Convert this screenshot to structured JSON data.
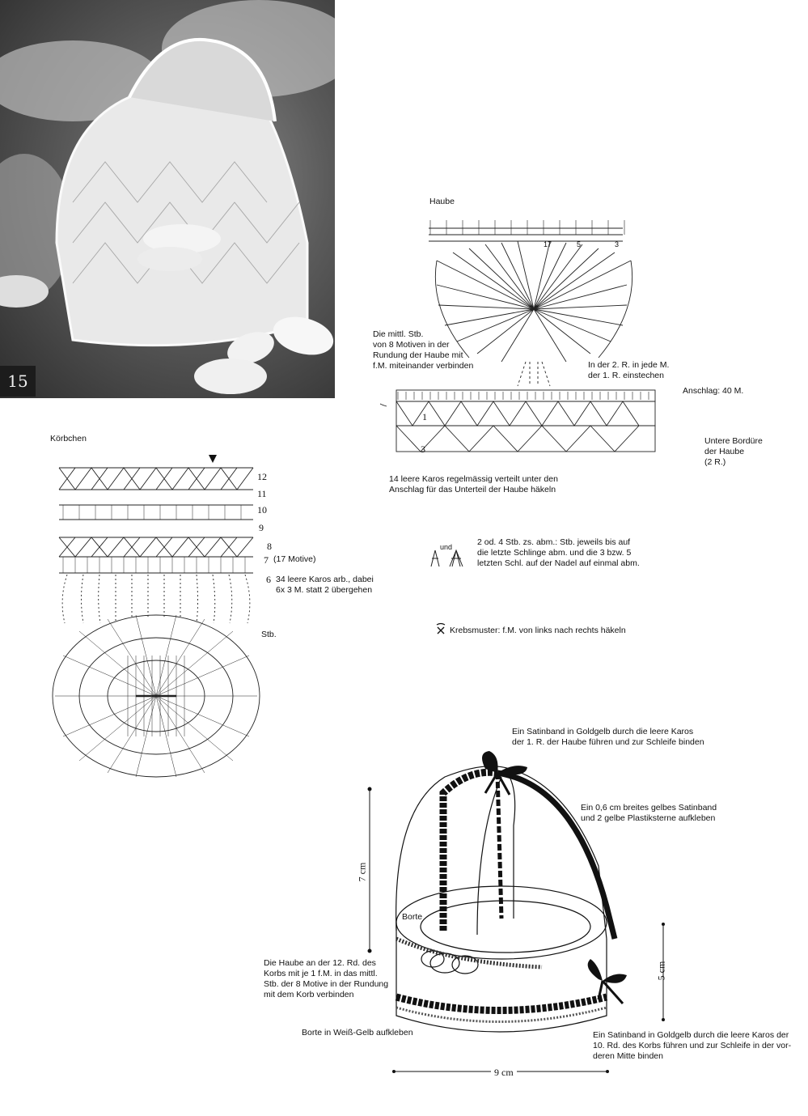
{
  "page_number": "15",
  "haube": {
    "title": "Haube",
    "note_middle": "Die mittl. Stb.\nvon 8 Motiven in der\nRundung der Haube mit\nf.M. miteinander verbinden",
    "note_second_row": "In der 2. R. in jede M.\nder 1. R. einstechen",
    "anschlag": "Anschlag: 40 M.",
    "untere_bordure": "Untere Bordüre\nder Haube\n(2 R.)",
    "leere_karos": "14 leere Karos regelmässig verteilt unter den\nAnschlag für das Unterteil der Haube häkeln",
    "rows": [
      "1",
      "3"
    ],
    "top_marks": [
      "17",
      "5",
      "3"
    ]
  },
  "koerbchen": {
    "title": "Körbchen",
    "rows": [
      "12",
      "11",
      "10",
      "9",
      "8",
      "7",
      "6"
    ],
    "row7_note": "(17 Motive)",
    "row6_note": "34 leere Karos arb., dabei\n6x 3 M. statt 2 übergehen",
    "stb_label": "Stb."
  },
  "legend": {
    "und": "und",
    "abm_text": "2  od. 4 Stb. zs. abm.: Stb. jeweils bis auf\ndie letzte Schlinge abm. und die 3 bzw. 5\nletzten Schl. auf der Nadel auf einmal abm.",
    "krebs_text": "Krebsmuster: f.M. von links nach rechts häkeln"
  },
  "assembly": {
    "satin_top": "Ein Satinband in Goldgelb durch die leere Karos\nder 1. R. der Haube führen und zur Schleife binden",
    "satin_yellow": "Ein 0,6 cm breites gelbes Satinband\nund 2 gelbe Plastiksterne aufkleben",
    "borte": "Borte",
    "haube_verbinden": "Die Haube an der 12. Rd. des\nKorbs mit je 1 f.M. in das mittl.\nStb. der 8 Motive in der Rundung\nmit dem Korb verbinden",
    "borte_aufkleben": "Borte in Weiß-Gelb aufkleben",
    "satin_bottom": "Ein Satinband in Goldgelb durch die leere Karos der\n10. Rd. des Korbs führen und zur Schleife in der vor-\nderen Mitte binden",
    "dim_height": "7 cm",
    "dim_side": "5 cm",
    "dim_width": "9 cm"
  }
}
